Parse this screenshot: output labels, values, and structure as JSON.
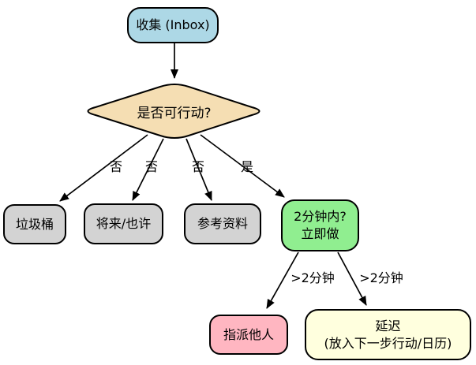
{
  "diagram": {
    "title": "GTD inbox flowchart",
    "background": "#ffffff",
    "stroke_color": "#000000",
    "nodes": {
      "inbox": {
        "label": "收集 (Inbox)",
        "color": "#ADD8E6",
        "shape": "rounded-rect"
      },
      "actionable": {
        "label": "是否可行动?",
        "color": "#F5DEB3",
        "shape": "rounded-diamond"
      },
      "trash": {
        "label": "垃圾桶",
        "color": "#D3D3D3",
        "shape": "rounded-rect"
      },
      "someday": {
        "label": "将来/也许",
        "color": "#D3D3D3",
        "shape": "rounded-rect"
      },
      "reference": {
        "label": "参考资料",
        "color": "#D3D3D3",
        "shape": "rounded-rect"
      },
      "twomin": {
        "line1": "2分钟内?",
        "line2": "立即做",
        "color": "#90EE90",
        "shape": "rounded-rect"
      },
      "delegate": {
        "label": "指派他人",
        "color": "#FFB6C1",
        "shape": "rounded-rect"
      },
      "defer": {
        "line1": "延迟",
        "line2": "(放入下一步行动/日历)",
        "color": "#FFFFDE",
        "shape": "rounded-rect"
      }
    },
    "edges": [
      {
        "from": "inbox",
        "to": "actionable",
        "label": ""
      },
      {
        "from": "actionable",
        "to": "trash",
        "label": "否"
      },
      {
        "from": "actionable",
        "to": "someday",
        "label": "否"
      },
      {
        "from": "actionable",
        "to": "reference",
        "label": "否"
      },
      {
        "from": "actionable",
        "to": "twomin",
        "label": "是"
      },
      {
        "from": "twomin",
        "to": "delegate",
        "label": ">2分钟"
      },
      {
        "from": "twomin",
        "to": "defer",
        "label": ">2分钟"
      }
    ],
    "edge_labels": {
      "no1": "否",
      "no2": "否",
      "no3": "否",
      "yes": "是",
      "gt2_left": ">2分钟",
      "gt2_right": ">2分钟"
    }
  }
}
